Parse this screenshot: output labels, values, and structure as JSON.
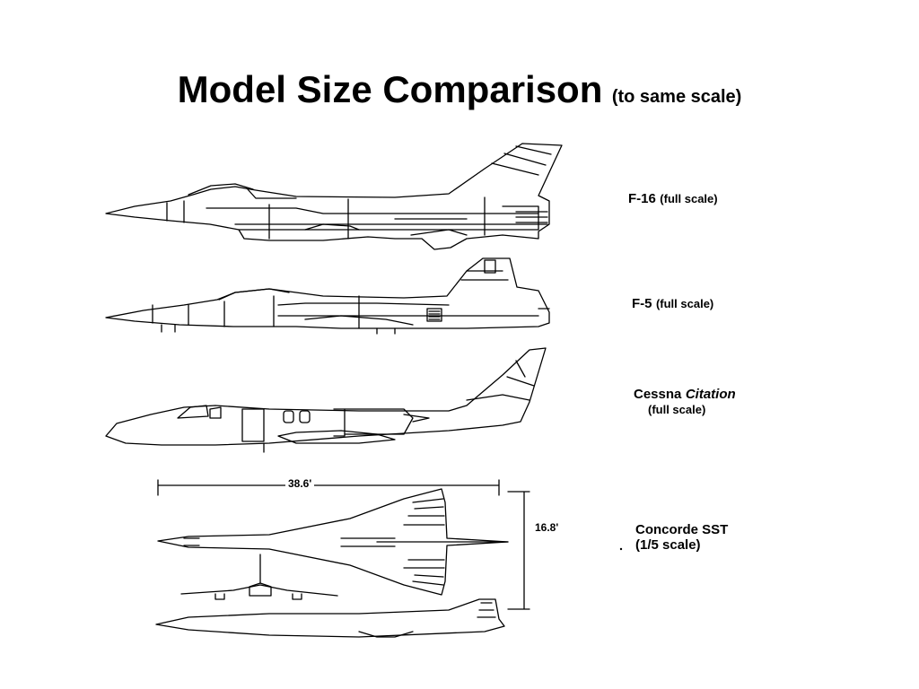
{
  "slide": {
    "title": "Model Size Comparison",
    "subtitle": "(to same scale)"
  },
  "aircraft": [
    {
      "name": "F-16",
      "scale_note": "(full scale)"
    },
    {
      "name": "F-5",
      "scale_note": "(full scale)"
    },
    {
      "name": "Cessna",
      "name_italic": "Citation",
      "scale_note": "(full scale)"
    },
    {
      "name": "Concorde SST",
      "scale_note": "(1/5 scale)"
    }
  ],
  "dimensions": {
    "length": "38.6'",
    "span": "16.8'"
  }
}
